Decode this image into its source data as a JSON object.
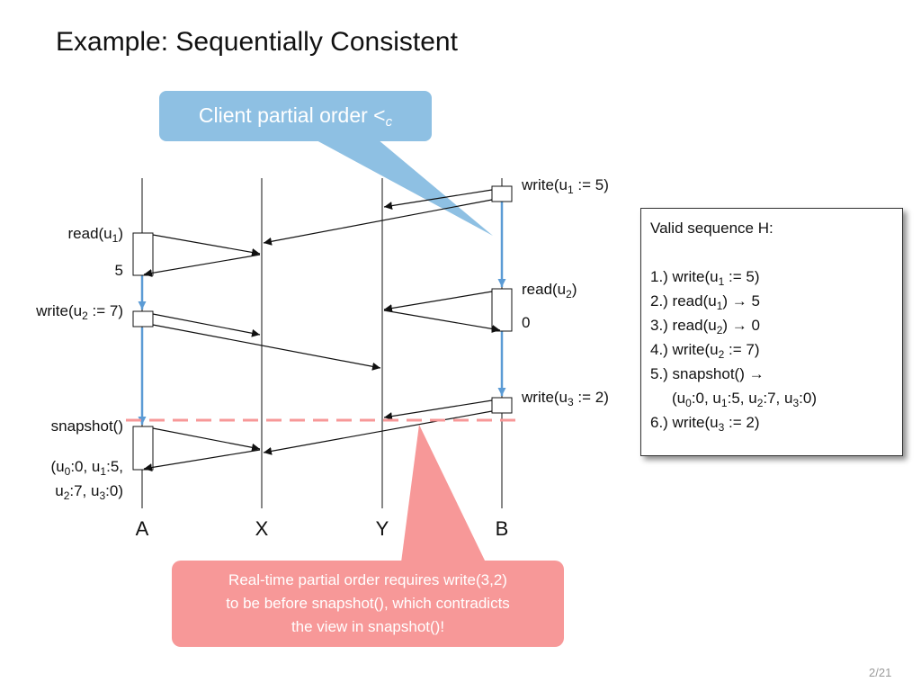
{
  "slide": {
    "title": "Example: Sequentially Consistent",
    "page": "2/21"
  },
  "callouts": {
    "client": {
      "text": "Client partial order <",
      "sub": "c"
    },
    "realtime": {
      "lines": [
        "Real-time partial order requires write(3,2)",
        "to be before snapshot(), which contradicts",
        "the view in snapshot()!"
      ]
    }
  },
  "actors": [
    "A",
    "X",
    "Y",
    "B"
  ],
  "operations": {
    "a_read": {
      "pre": "read(u",
      "sub": "1",
      "post": ")"
    },
    "a_read_result": "5",
    "a_write": {
      "pre": "write(u",
      "sub": "2",
      "post": " := 7)"
    },
    "a_snapshot": "snapshot()",
    "a_snapshot_result": [
      {
        "pre": "(u",
        "sub": "0",
        "mid": ":0, u",
        "sub2": "1",
        "post": ":5,"
      },
      {
        "pre": "u",
        "sub": "2",
        "mid": ":7, u",
        "sub2": "3",
        "post": ":0)"
      }
    ],
    "b_write1": {
      "pre": "write(u",
      "sub": "1",
      "post": " := 5)"
    },
    "b_read": {
      "pre": "read(u",
      "sub": "2",
      "post": ")"
    },
    "b_read_result": "0",
    "b_write3": {
      "pre": "write(u",
      "sub": "3",
      "post": " := 2)"
    }
  },
  "valid_sequence": {
    "heading": "Valid sequence H:",
    "items": [
      {
        "pre": "1.) write(u",
        "sub": "1",
        "post": " := 5)"
      },
      {
        "pre": "2.) read(u",
        "sub": "1",
        "post": ") → 5"
      },
      {
        "pre": "3.) read(u",
        "sub": "2",
        "post": ") → 0"
      },
      {
        "pre": "4.) write(u",
        "sub": "2",
        "post": " := 7)"
      },
      {
        "pre": "5.) snapshot() →",
        "sub": "",
        "post": ""
      }
    ],
    "item5_cont": {
      "a": "(u",
      "s0": "0",
      "b": ":0, u",
      "s1": "1",
      "c": ":5, u",
      "s2": "2",
      "d": ":7, u",
      "s3": "3",
      "e": ":0)"
    },
    "item6": {
      "pre": "6.) write(u",
      "sub": "3",
      "post": " := 2)"
    }
  },
  "colors": {
    "client_callout": "#8ec0e3",
    "realtime_callout": "#f79898",
    "client_order_line": "#5b9bd5",
    "realtime_dash": "#f79898"
  }
}
